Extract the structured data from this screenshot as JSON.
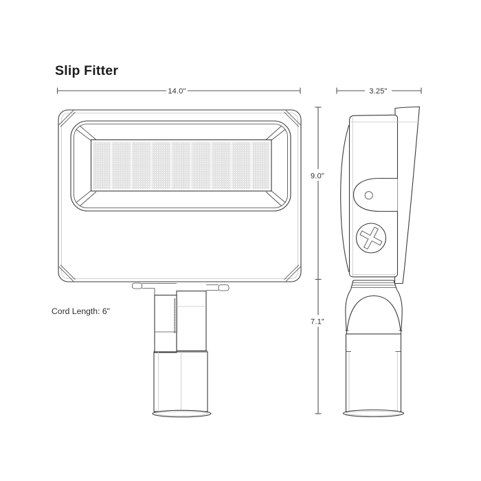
{
  "title": "Slip Fitter",
  "dimensions": {
    "front_width": "14.0\"",
    "side_width": "3.25\"",
    "body_height": "9.0\"",
    "mount_height": "7.1\""
  },
  "annotations": {
    "cord_length": "Cord Length: 6\""
  },
  "colors": {
    "background": "#ffffff",
    "drawing_line": "#3a3a3a",
    "light_line": "#c4c4c4",
    "dimension_line": "#525252",
    "text": "#1c1c1c"
  }
}
